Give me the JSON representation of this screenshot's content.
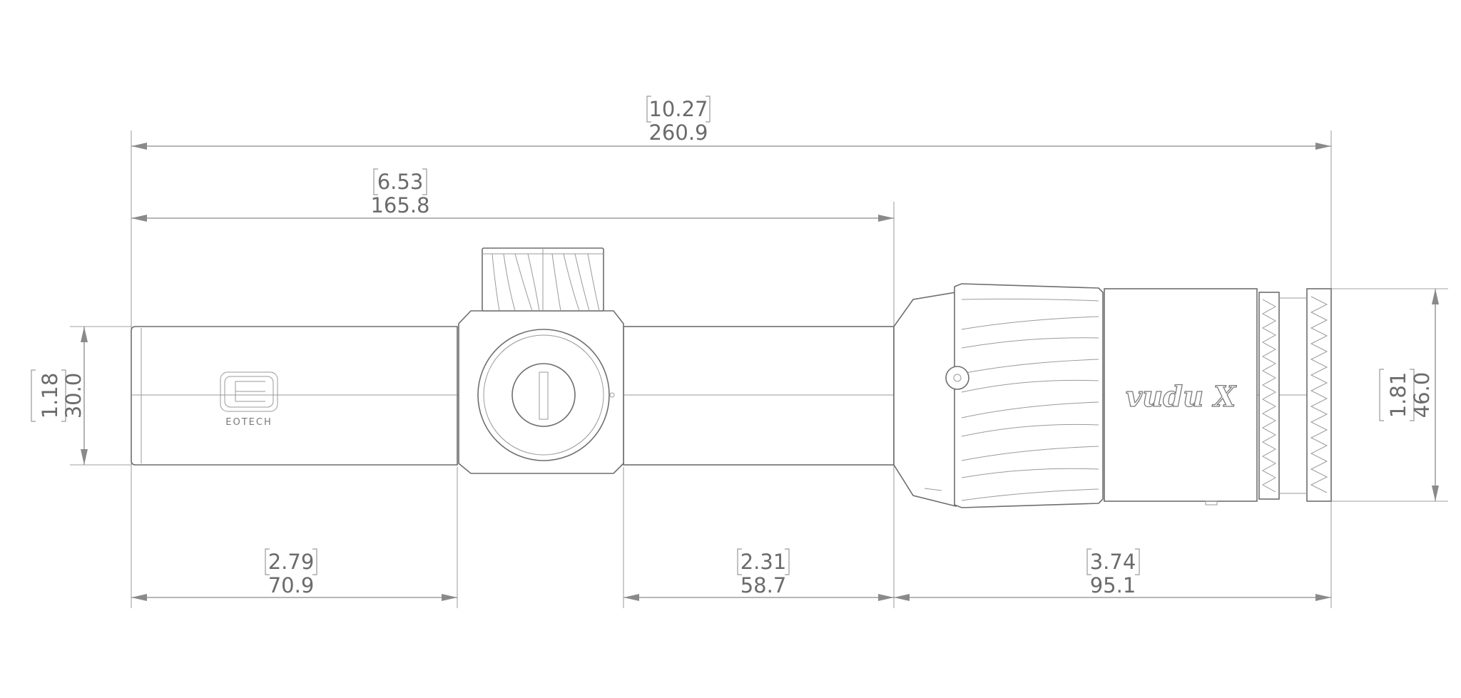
{
  "dimensions": {
    "overall_length": {
      "in": "10.27",
      "mm": "260.9"
    },
    "turret_length": {
      "in": "6.53",
      "mm": "165.8"
    },
    "front_tube": {
      "in": "2.79",
      "mm": "70.9"
    },
    "rear_tube": {
      "in": "2.31",
      "mm": "58.7"
    },
    "eyepiece": {
      "in": "3.74",
      "mm": "95.1"
    },
    "tube_diameter": {
      "in": "1.18",
      "mm": "30.0"
    },
    "eyepiece_diameter": {
      "in": "1.81",
      "mm": "46.0"
    }
  },
  "logos": {
    "maker": "EOTECH",
    "product": "vudu X"
  }
}
